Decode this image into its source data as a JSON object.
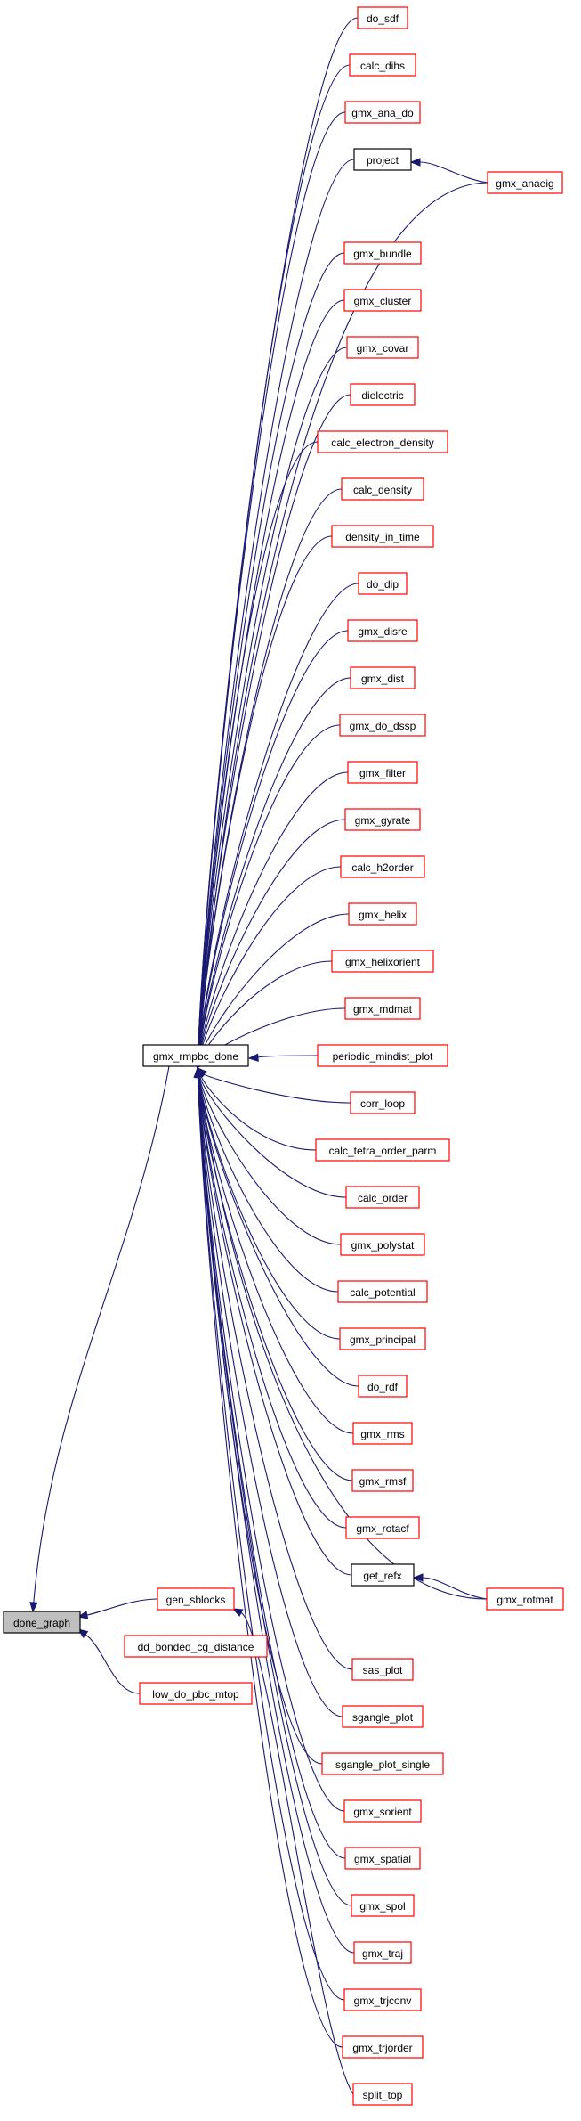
{
  "nodes": {
    "do_sdf": "do_sdf",
    "calc_dihs": "calc_dihs",
    "gmx_ana_do": "gmx_ana_do",
    "project": "project",
    "gmx_anaeig": "gmx_anaeig",
    "gmx_bundle": "gmx_bundle",
    "gmx_cluster": "gmx_cluster",
    "gmx_covar": "gmx_covar",
    "dielectric": "dielectric",
    "calc_electron_density": "calc_electron_density",
    "calc_density": "calc_density",
    "density_in_time": "density_in_time",
    "do_dip": "do_dip",
    "gmx_disre": "gmx_disre",
    "gmx_dist": "gmx_dist",
    "gmx_do_dssp": "gmx_do_dssp",
    "gmx_filter": "gmx_filter",
    "gmx_gyrate": "gmx_gyrate",
    "calc_h2order": "calc_h2order",
    "gmx_helix": "gmx_helix",
    "gmx_helixorient": "gmx_helixorient",
    "gmx_mdmat": "gmx_mdmat",
    "gmx_rmpbc_done": "gmx_rmpbc_done",
    "periodic_mindist_plot": "periodic_mindist_plot",
    "corr_loop": "corr_loop",
    "calc_tetra_order_parm": "calc_tetra_order_parm",
    "calc_order": "calc_order",
    "gmx_polystat": "gmx_polystat",
    "calc_potential": "calc_potential",
    "gmx_principal": "gmx_principal",
    "do_rdf": "do_rdf",
    "gmx_rms": "gmx_rms",
    "gmx_rmsf": "gmx_rmsf",
    "gmx_rotacf": "gmx_rotacf",
    "get_refx": "get_refx",
    "gmx_rotmat": "gmx_rotmat",
    "done_graph": "done_graph",
    "gen_sblocks": "gen_sblocks",
    "dd_bonded_cg_distance": "dd_bonded_cg_distance",
    "low_do_pbc_mtop": "low_do_pbc_mtop",
    "sas_plot": "sas_plot",
    "sgangle_plot": "sgangle_plot",
    "sgangle_plot_single": "sgangle_plot_single",
    "gmx_sorient": "gmx_sorient",
    "gmx_spatial": "gmx_spatial",
    "gmx_spol": "gmx_spol",
    "gmx_traj": "gmx_traj",
    "gmx_trjconv": "gmx_trjconv",
    "gmx_trjorder": "gmx_trjorder",
    "split_top": "split_top"
  },
  "colors": {
    "edge": "#191970",
    "border_default": "#ff0000",
    "border_documented": "#000000",
    "focus_fill": "#bfbfbf"
  }
}
